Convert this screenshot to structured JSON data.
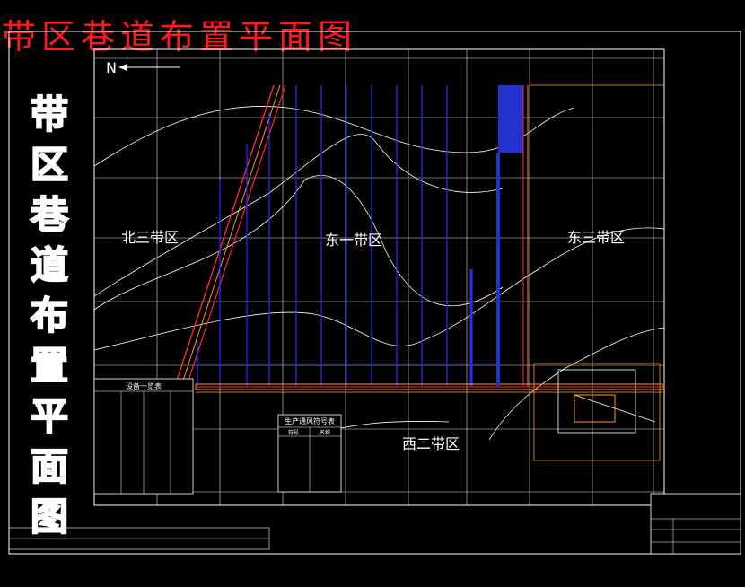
{
  "drawing": {
    "title": "带区巷道布置平面图",
    "side_title_chars": [
      "带",
      "区",
      "巷",
      "道",
      "布",
      "置",
      "平",
      "面",
      "图"
    ],
    "north_label": "N"
  },
  "zones": {
    "north3": "北三带区",
    "east1": "东一带区",
    "east3": "东三带区",
    "west2": "西二带区"
  },
  "legend1": {
    "title": "设备一览表"
  },
  "legend2": {
    "title": "生产通风符号表",
    "col_symbol": "符号",
    "col_name": "名称"
  },
  "colors": {
    "background": "#000000",
    "frame": "#ffffff",
    "grid": "#ffffff",
    "contour": "#ffffff",
    "roadway_blue": "#2222ff",
    "roadway_red": "#ff2a2a",
    "roadway_orange": "#ff9a1a",
    "title_red": "#ff1a1a"
  }
}
